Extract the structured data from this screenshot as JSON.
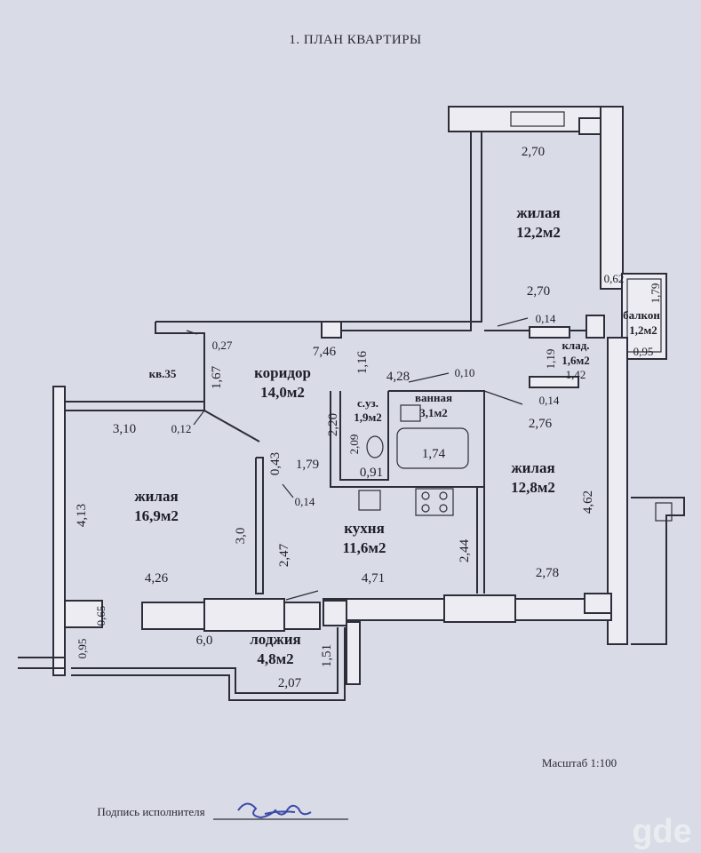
{
  "title": "1. ПЛАН КВАРТИРЫ",
  "apartment_label": "кв.35",
  "rooms": {
    "living_top": {
      "name": "жилая",
      "area": "12,2м2"
    },
    "corridor": {
      "name": "коридор",
      "area": "14,0м2"
    },
    "wc": {
      "name": "с.уз.",
      "area": "1,9м2"
    },
    "bath": {
      "name": "ванная",
      "area": "3,1м2"
    },
    "storage": {
      "name": "клад.",
      "area": "1,6м2"
    },
    "balcony": {
      "name": "балкон",
      "area": "1,2м2"
    },
    "living_left": {
      "name": "жилая",
      "area": "16,9м2"
    },
    "kitchen": {
      "name": "кухня",
      "area": "11,6м2"
    },
    "living_right": {
      "name": "жилая",
      "area": "12,8м2"
    },
    "loggia": {
      "name": "лоджия",
      "area": "4,8м2"
    }
  },
  "dims": {
    "d270a": "2,70",
    "d062": "0,62",
    "d179": "1,79",
    "d270b": "2,70",
    "d014a": "0,14",
    "d746": "7,46",
    "d027": "0,27",
    "d167": "1,67",
    "d116": "1,16",
    "d428": "4,28",
    "d010": "0,10",
    "d119": "1,19",
    "d142": "1,42",
    "d095a": "0,95",
    "d014b": "0,14",
    "d276": "2,76",
    "d310": "3,10",
    "d012": "0,12",
    "d220": "2,20",
    "d209": "2,09",
    "d174": "1,74",
    "d043": "0,43",
    "d179b": "1,79",
    "d091": "0,91",
    "d014c": "0,14",
    "d462": "4,62",
    "d413": "4,13",
    "d30": "3,0",
    "d247": "2,47",
    "d244": "2,44",
    "d278": "2,78",
    "d426": "4,26",
    "d471": "4,71",
    "d065": "0,65",
    "d60": "6,0",
    "d095b": "0,95",
    "d151": "1,51",
    "d207": "2,07"
  },
  "scale": "Масштаб 1:100",
  "signature_label": "Подпись исполнителя",
  "logo": "gde"
}
